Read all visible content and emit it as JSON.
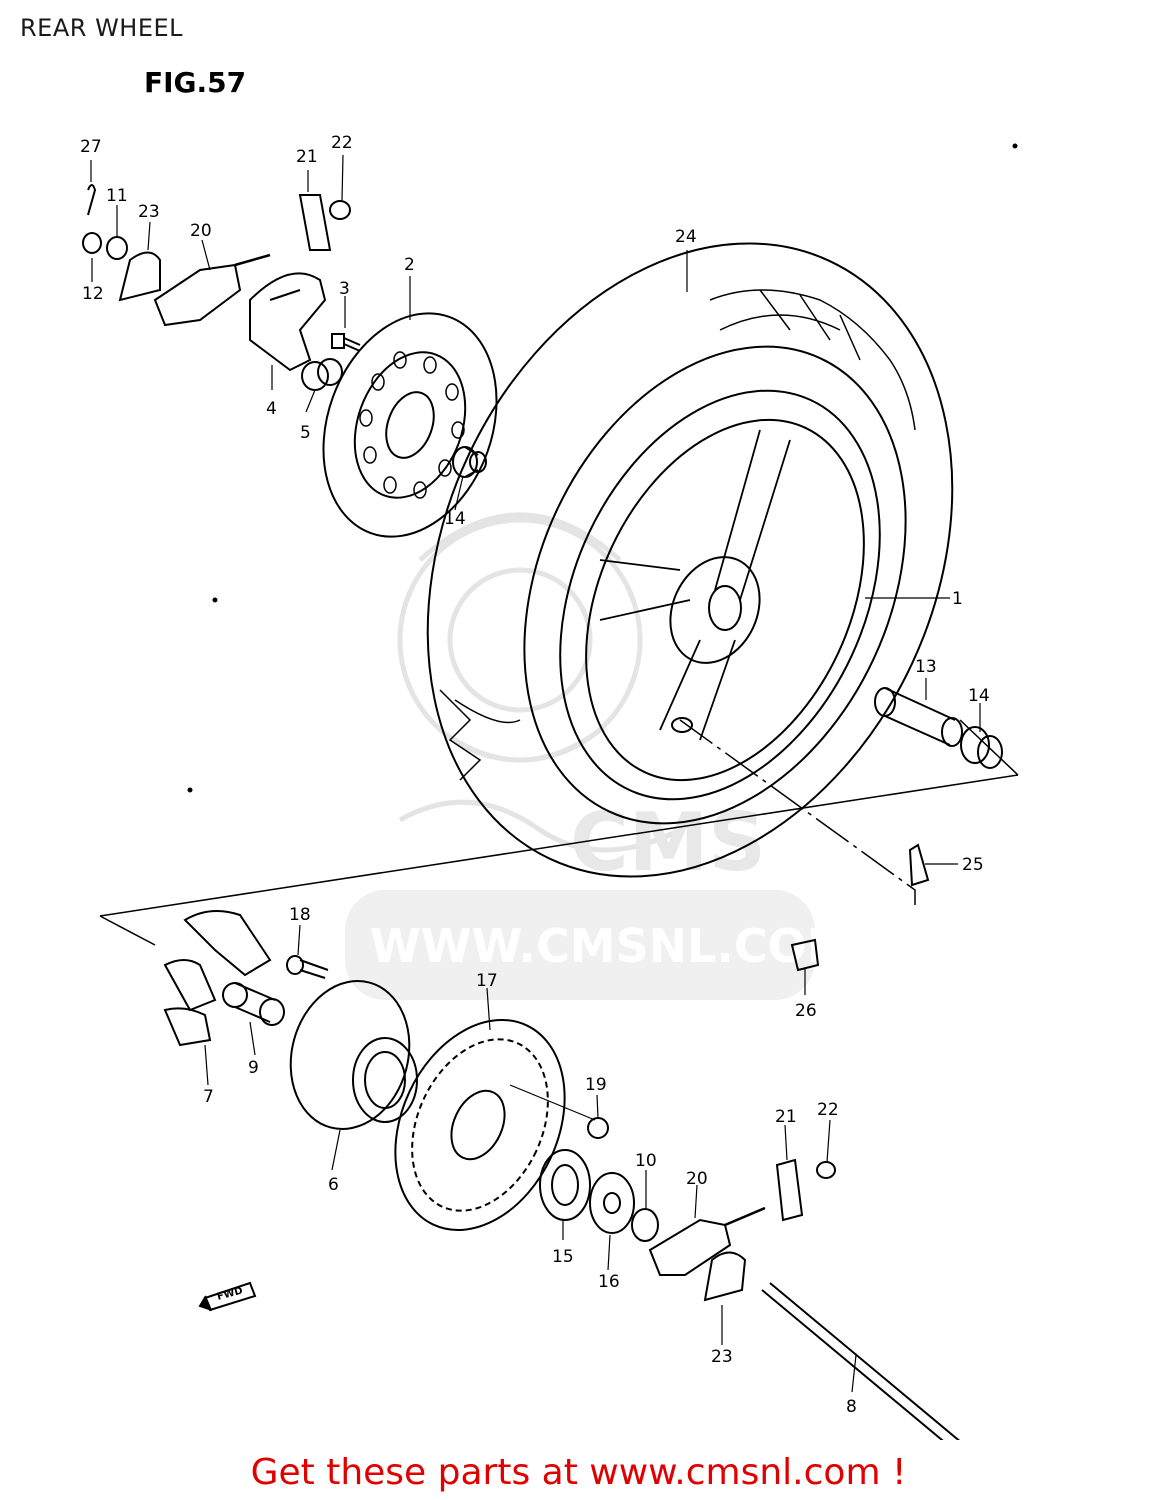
{
  "page": {
    "title": "REAR WHEEL",
    "figure": "FIG.57",
    "footer": "Get these parts at www.cmsnl.com !"
  },
  "watermark": {
    "url": "WWW.CMSNL.COM",
    "brand": "CMS",
    "logo": "cms-mascot-logo"
  },
  "fwd_marker": "FWD",
  "callouts": [
    {
      "id": "c27a",
      "label": "27"
    },
    {
      "id": "c11a",
      "label": "11"
    },
    {
      "id": "c23a",
      "label": "23"
    },
    {
      "id": "c12a",
      "label": "12"
    },
    {
      "id": "c20a",
      "label": "20"
    },
    {
      "id": "c21a",
      "label": "21"
    },
    {
      "id": "c22a",
      "label": "22"
    },
    {
      "id": "c2",
      "label": "2"
    },
    {
      "id": "c3",
      "label": "3"
    },
    {
      "id": "c4",
      "label": "4"
    },
    {
      "id": "c5",
      "label": "5"
    },
    {
      "id": "c14a",
      "label": "14"
    },
    {
      "id": "c24",
      "label": "24"
    },
    {
      "id": "c1",
      "label": "1"
    },
    {
      "id": "c13",
      "label": "13"
    },
    {
      "id": "c14b",
      "label": "14"
    },
    {
      "id": "c25",
      "label": "25"
    },
    {
      "id": "c18",
      "label": "18"
    },
    {
      "id": "c17",
      "label": "17"
    },
    {
      "id": "c26",
      "label": "26"
    },
    {
      "id": "c7",
      "label": "7"
    },
    {
      "id": "c9",
      "label": "9"
    },
    {
      "id": "c19",
      "label": "19"
    },
    {
      "id": "c6",
      "label": "6"
    },
    {
      "id": "c21b",
      "label": "21"
    },
    {
      "id": "c22b",
      "label": "22"
    },
    {
      "id": "c10",
      "label": "10"
    },
    {
      "id": "c20b",
      "label": "20"
    },
    {
      "id": "c15",
      "label": "15"
    },
    {
      "id": "c16",
      "label": "16"
    },
    {
      "id": "c23b",
      "label": "23"
    },
    {
      "id": "c8",
      "label": "8"
    }
  ]
}
